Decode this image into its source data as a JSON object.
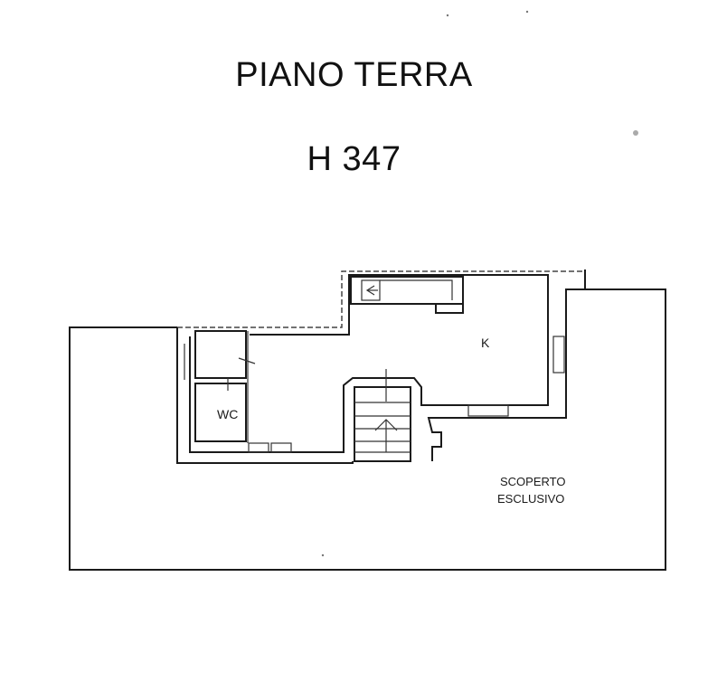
{
  "header": {
    "title": "PIANO TERRA",
    "height": "H 347"
  },
  "rooms": {
    "wc": "WC",
    "kitchen": "K",
    "outdoor_line1": "SCOPERTO",
    "outdoor_line2": "ESCLUSIVO"
  }
}
